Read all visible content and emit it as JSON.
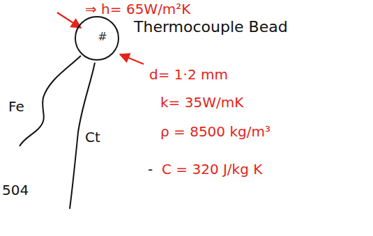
{
  "diagram": {
    "nodes": [
      {
        "text": [
          "#",
          "Thermocouple Bead"
        ]
      }
    ],
    "labels": [
      "⇒ h= 65W/m²K",
      "d= 1·2 mm",
      "k= 35W/mK",
      "ρ = 8500 kg/m³",
      "-",
      "C = 320 J/kg K",
      "Fe",
      "Ct",
      "504"
    ]
  }
}
